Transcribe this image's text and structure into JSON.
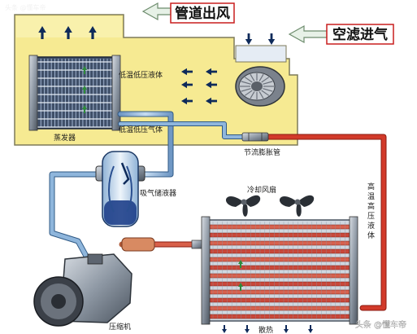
{
  "callouts": {
    "duct_outlet": "管道出风",
    "filtered_intake": "空滤进气"
  },
  "labels": {
    "low_temp_low_pressure_liquid": "低温低压液体",
    "evaporator": "蒸发器",
    "low_temp_low_pressure_gas": "低温低压气体",
    "throttle_expansion_tube": "节流膨胀管",
    "accumulator": "吸气储液器",
    "cooling_fan": "冷却风扇",
    "high_temp_high_pressure_liquid": "高温高压液体",
    "compressor": "压缩机",
    "heat_dissipation": "散热"
  },
  "watermark": "头条 @懂车帝",
  "colors": {
    "air_box": "#f5e88a",
    "refrigerant_cold": "#8fb6dc",
    "refrigerant_hot": "#d23a2a",
    "arrow_dark": "#0e2a5a",
    "callout_border": "#c81e1e"
  },
  "icons": [
    "arrow-up-icon",
    "arrow-left-icon",
    "arrow-down-icon",
    "double-arrow-left-icon",
    "fan-blade-icon",
    "blower-icon"
  ]
}
